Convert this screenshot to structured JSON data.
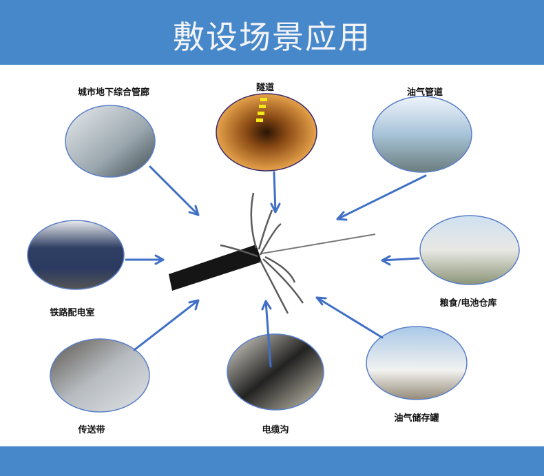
{
  "header": {
    "title": "敷设场景应用"
  },
  "accent_color": "#4688c9",
  "arrow_color": "#3f6fc6",
  "scenes": [
    {
      "label": "城市地下综合管廊",
      "icon": "utility-tunnel-photo"
    },
    {
      "label": "隧道",
      "icon": "tunnel-photo"
    },
    {
      "label": "油气管道",
      "icon": "oil-gas-pipeline-photo"
    },
    {
      "label": "铁路配电室",
      "icon": "railway-car-photo"
    },
    {
      "label": "粮食/电池仓库",
      "icon": "silo-warehouse-photo"
    },
    {
      "label": "传送带",
      "icon": "conveyor-belt-photo"
    },
    {
      "label": "电缆沟",
      "icon": "cable-trench-photo"
    },
    {
      "label": "油气储存罐",
      "icon": "storage-tank-photo"
    }
  ]
}
